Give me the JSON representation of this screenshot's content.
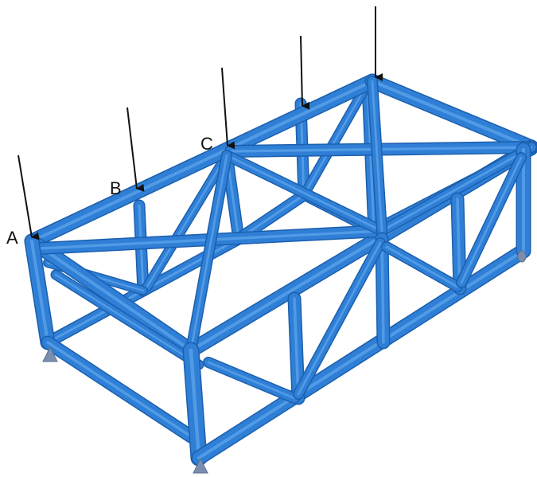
{
  "colors": {
    "member": "#2f7fd6",
    "member_edge": "#1b5fae",
    "member_light": "#5aa3ea",
    "support": "#7a8fb0",
    "arrow": "#111111"
  },
  "labels": {
    "a": "A",
    "b": "B",
    "c": "C"
  }
}
